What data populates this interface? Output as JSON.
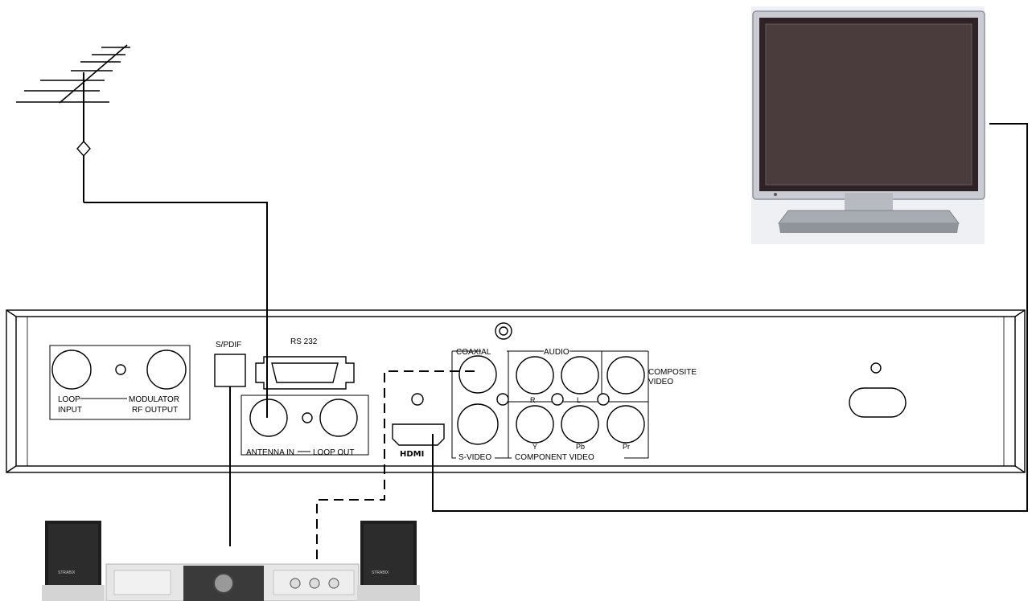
{
  "panel": {
    "loop_input": [
      "LOOP",
      "INPUT"
    ],
    "modulator_rf_output": [
      "MODULATOR",
      "RF OUTPUT"
    ],
    "spdif": "S/PDIF",
    "rs232": "RS 232",
    "antenna_in": "ANTENNA IN",
    "loop_out": "LOOP OUT",
    "hdmi": "HDMI",
    "coaxial": "COAXIAL",
    "audio": "AUDIO",
    "audio_r": "R",
    "audio_l": "L",
    "composite_video": [
      "COMPOSITE",
      "VIDEO"
    ],
    "s_video": "S-VIDEO",
    "component_video": "COMPONENT VIDEO",
    "component_y": "Y",
    "component_pb": "Pb",
    "component_pr": "Pr"
  },
  "speakers": {
    "left_brand": "STRABIX",
    "right_brand": "STRABIX"
  },
  "colors": {
    "line": "#000000",
    "panel_fill": "#ffffff",
    "tv_frame": "#c9ccd2",
    "tv_screen": "#4a3b3d",
    "tv_base": "#a7abb2"
  },
  "icons": {
    "antenna": "antenna-icon",
    "television": "television-icon",
    "audio_system": "audio-system-icon"
  }
}
